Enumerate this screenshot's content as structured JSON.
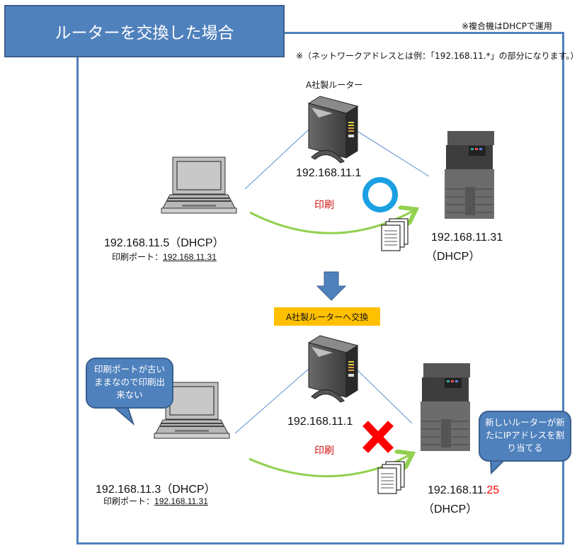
{
  "title": "ルーターを交換した場合",
  "notes": {
    "mfp_dhcp": "※複合機はDHCPで運用",
    "network_prefix": "※（ネットワークアドレスとは例：「192.168.11.*」の部分になります。）"
  },
  "before": {
    "router_label": "A社製ルーター",
    "router_ip": "192.168.11.1",
    "print_label": "印刷",
    "result_icon": "circle-ok-icon",
    "pc_ip": "192.168.11.5（DHCP）",
    "pc_port_label": "印刷ポート：",
    "pc_port_value": "192.168.11.31",
    "mfp_ip": "192.168.11.31",
    "mfp_mode": "（DHCP）"
  },
  "transition": {
    "arrow_icon": "arrow-down-icon",
    "label": "A社製ルーターへ交換"
  },
  "after": {
    "router_ip": "192.168.11.1",
    "print_label": "印刷",
    "result_icon": "cross-fail-icon",
    "pc_ip": "192.168.11.3（DHCP）",
    "pc_port_label": "印刷ポート：",
    "pc_port_value": "192.168.11.31",
    "mfp_ip_prefix": "192.168.11.",
    "mfp_ip_suffix": "25",
    "mfp_mode": "（DHCP）",
    "pc_bubble": "印刷ポートが古いままなので印刷出来ない",
    "mfp_bubble": "新しいルーターが新たにIPアドレスを割り当てる"
  },
  "colors": {
    "frame": "#4f81bd",
    "title_bg": "#4f81bd",
    "swap_label_bg": "#ffc000",
    "ok_circle": "#1ba1e2",
    "fail_cross": "#ff0000",
    "print_arrow": "#92d050",
    "print_text": "#d01010",
    "new_ip_digits": "#ff0000"
  }
}
